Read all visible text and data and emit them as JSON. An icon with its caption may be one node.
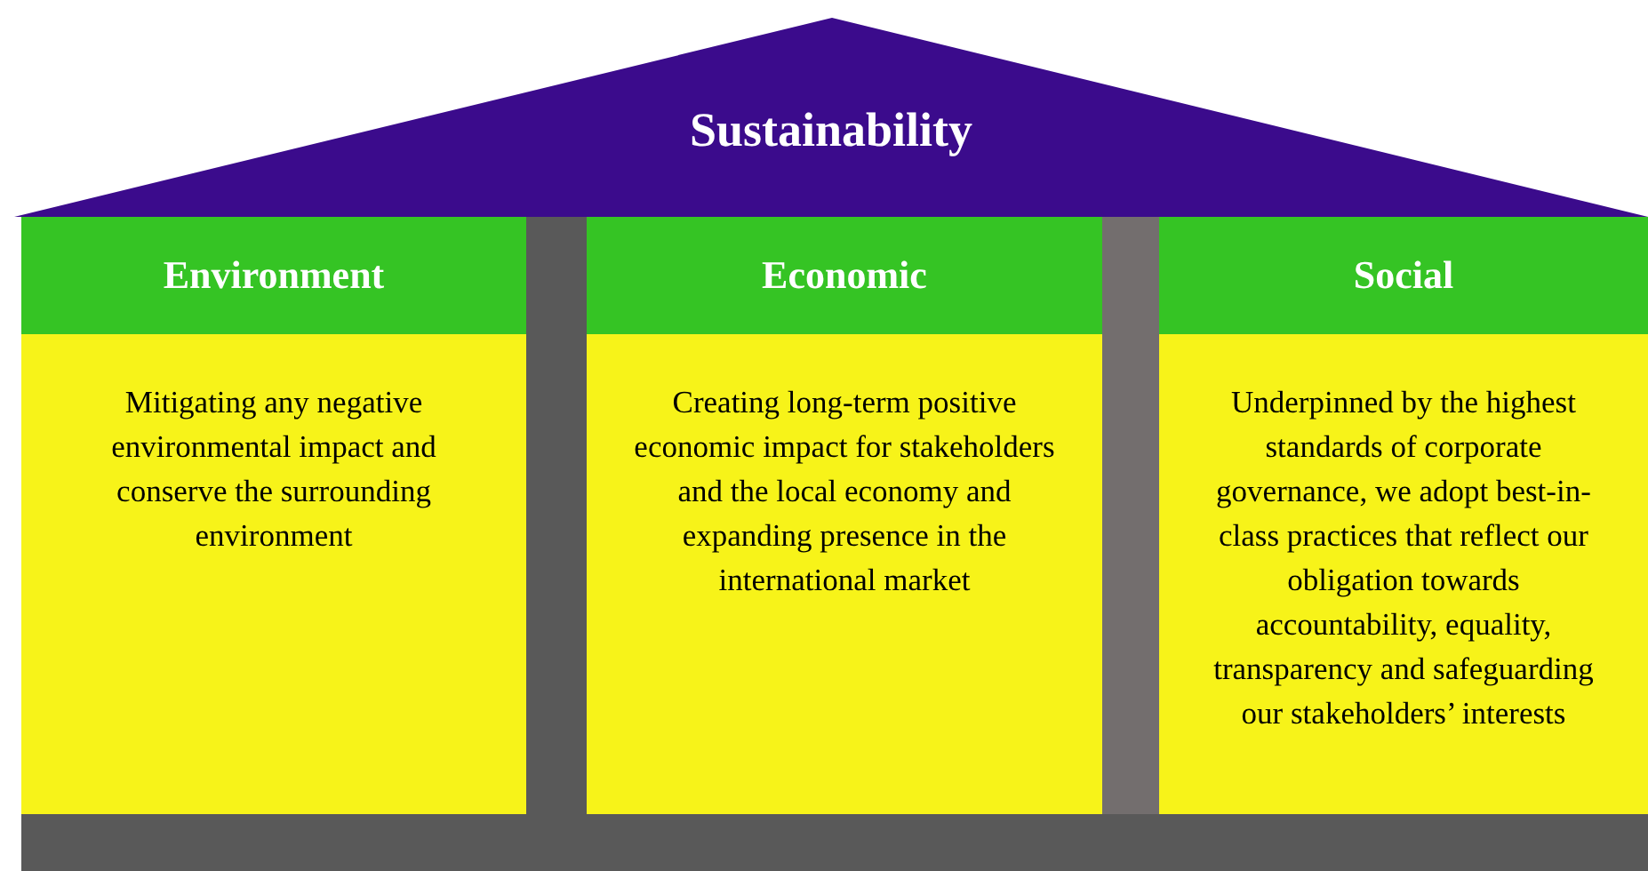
{
  "diagram": {
    "nodes": [
      {
        "text": [
          "Sustainability"
        ]
      },
      {
        "text": [
          "Environment",
          "Mitigating any negative environmental impact and conserve the surrounding environment"
        ]
      },
      {
        "text": [
          "Economic",
          "Creating long-term positive economic impact for stakeholders and the local economy and expanding presence in the international market"
        ]
      },
      {
        "text": [
          "Social",
          "Underpinned by the highest standards of corporate governance, we adopt best-in-class practices that reflect our obligation towards accountability, equality, transparency and safeguarding our stakeholders’ interests"
        ]
      }
    ],
    "edges": []
  }
}
